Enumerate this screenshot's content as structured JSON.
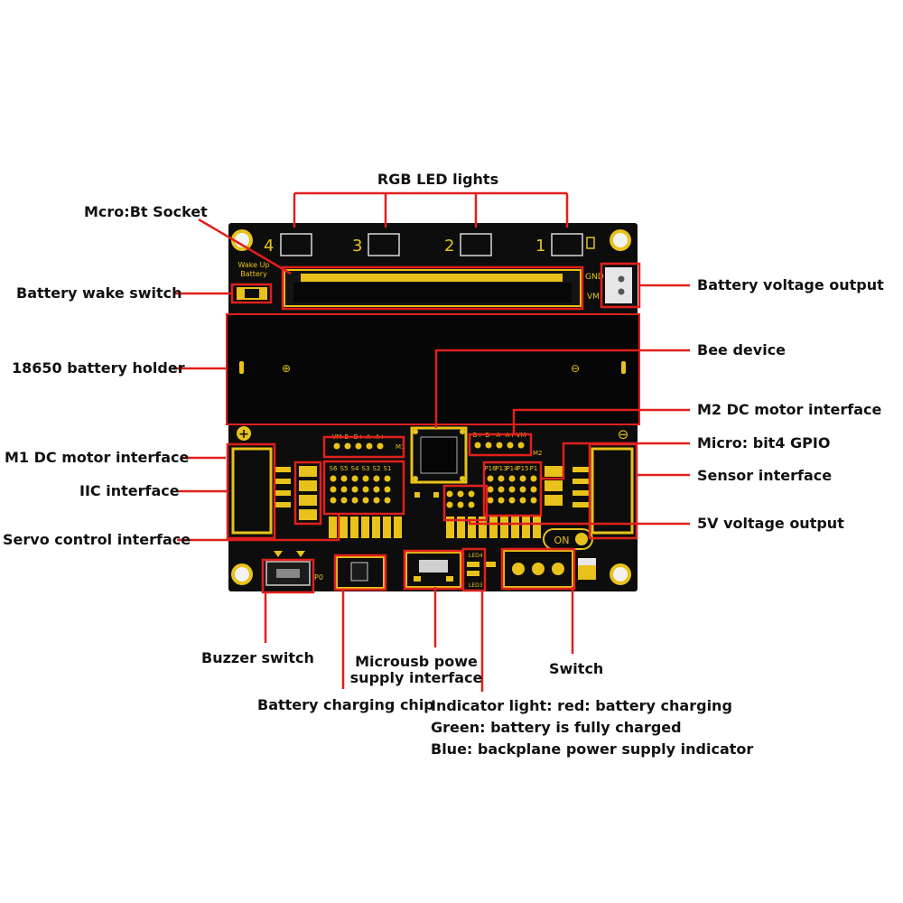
{
  "colors": {
    "pcb": "#0d0d0d",
    "holder": "#060606",
    "gold": "#e8c21a",
    "leader": "#e0201c",
    "text": "#111111"
  },
  "board": {
    "led_numbers": [
      "4",
      "3",
      "2",
      "1"
    ],
    "wake_up_text": [
      "Wake Up",
      "Battery"
    ],
    "gnd_text": "GND",
    "vm_text": "VM",
    "plus_text": "+",
    "minus_text": "⊖",
    "holder_plus": "⊕",
    "holder_minus": "⊖",
    "on_text": "ON",
    "p0_text": "P0",
    "m1_pins": [
      "VM",
      "B-",
      "B+",
      "A-",
      "A+"
    ],
    "m2_pins": [
      "B+",
      "B-",
      "A-",
      "A+",
      "VM"
    ],
    "servo_pins": [
      "S6",
      "S5",
      "S4",
      "S3",
      "S2",
      "S1"
    ],
    "gpio_pins": [
      "P16",
      "P13",
      "P14",
      "P15",
      "P1"
    ],
    "m1_tag": "M1",
    "m2_tag": "M2",
    "led_tags": [
      "LED4",
      "LED3"
    ]
  },
  "labels": {
    "rgb_led": "RGB LED lights",
    "microbit_socket": "Mcro:Bt Socket",
    "battery_wake": "Battery wake switch",
    "battery_holder": "18650 battery holder",
    "m1_motor": "M1 DC motor interface",
    "iic": "IIC interface",
    "servo": "Servo control interface",
    "battery_voltage": "Battery voltage output",
    "bee": "Bee device",
    "m2_motor": "M2 DC motor interface",
    "gpio": "Micro: bit4 GPIO",
    "sensor": "Sensor interface",
    "v5_output": "5V voltage output",
    "buzzer_switch": "Buzzer switch",
    "microusb": [
      "Microusb powe",
      "supply interface"
    ],
    "switch": "Switch",
    "charging_chip": "Battery charging chip",
    "indicator": [
      "Indicator light: red: battery charging",
      "Green: battery is fully charged",
      "Blue: backplane power supply indicator"
    ]
  }
}
